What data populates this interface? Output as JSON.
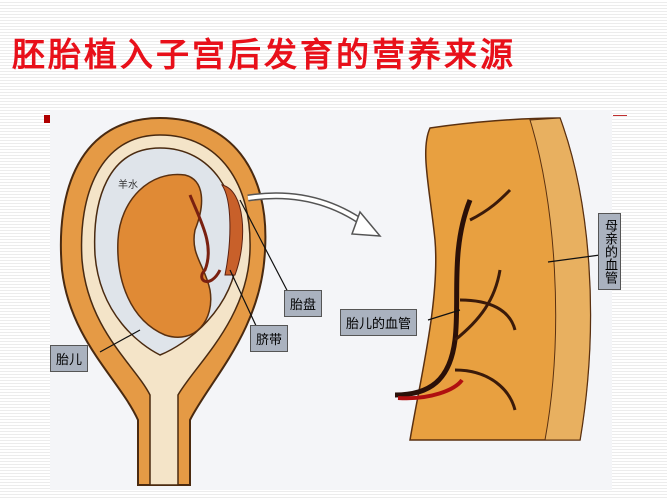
{
  "title": "胚胎植入子宫后发育的营养来源",
  "labels": {
    "amniotic_fluid": "羊水",
    "placenta": "胎盘",
    "umbilical_cord": "脐带",
    "fetus": "胎儿",
    "fetal_vessels": "胎儿的血管",
    "maternal_vessels": "母亲的血管"
  },
  "colors": {
    "title": "#e8101a",
    "tissue": "#e8a040",
    "label_bg": "#aab2bf"
  }
}
